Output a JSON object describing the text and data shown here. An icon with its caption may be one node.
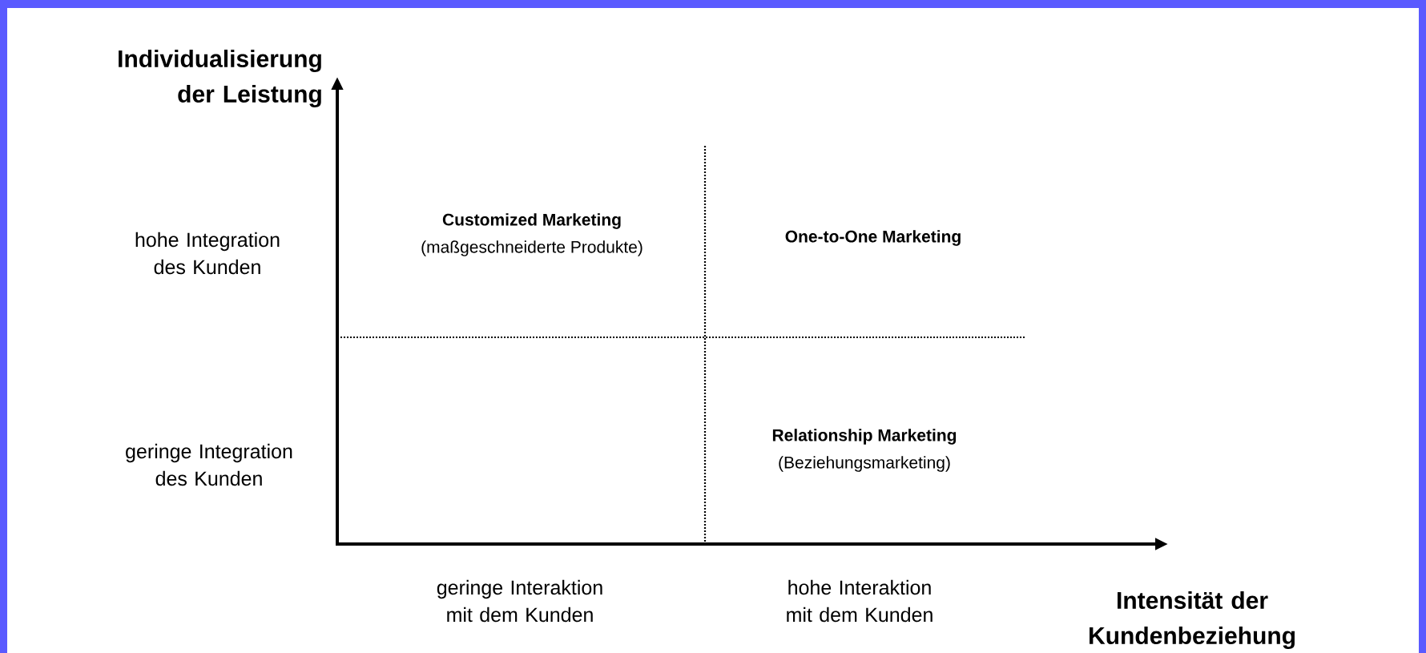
{
  "diagram": {
    "labels": [
      "Individualisierung der Leistung",
      "hohe Integration des Kunden",
      "Customized Marketing",
      "(maßgeschneiderte Produkte)",
      "One-to-One Marketing",
      "geringe Integration des Kunden",
      "Relationship Marketing",
      "(Beziehungsmarketing)",
      "geringe Interaktion mit dem Kunden",
      "hohe Interaktion mit dem Kunden",
      "Intensität der Kundenbeziehung"
    ]
  }
}
